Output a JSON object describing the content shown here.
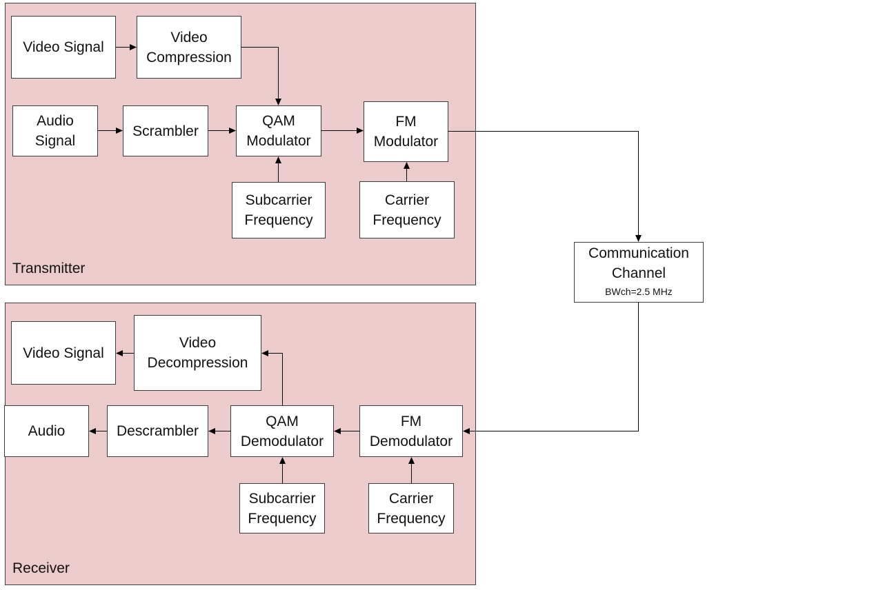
{
  "transmitter": {
    "label": "Transmitter",
    "video_signal": "Video Signal",
    "video_compression": "Video\nCompression",
    "audio_signal": "Audio\nSignal",
    "scrambler": "Scrambler",
    "qam_modulator": "QAM\nModulator",
    "fm_modulator": "FM\nModulator",
    "subcarrier_frequency": "Subcarrier\nFrequency",
    "carrier_frequency": "Carrier\nFrequency"
  },
  "channel": {
    "title": "Communication\nChannel",
    "bandwidth": "BWch=2.5 MHz"
  },
  "receiver": {
    "label": "Receiver",
    "video_signal": "Video Signal",
    "video_decompression": "Video\nDecompression",
    "audio": "Audio",
    "descrambler": "Descrambler",
    "qam_demodulator": "QAM\nDemodulator",
    "fm_demodulator": "FM\nDemodulator",
    "subcarrier_frequency": "Subcarrier\nFrequency",
    "carrier_frequency": "Carrier\nFrequency"
  },
  "colors": {
    "region_fill": "#ebcbcb",
    "block_fill": "#ffffff",
    "line": "#000000"
  }
}
